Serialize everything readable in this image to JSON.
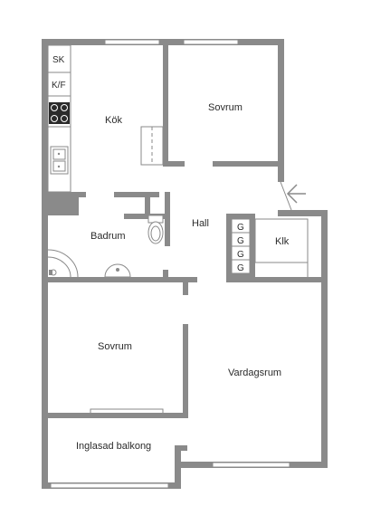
{
  "rooms": {
    "kok": "Kök",
    "sovrum_top": "Sovrum",
    "badrum": "Badrum",
    "hall": "Hall",
    "klk": "Klk",
    "sovrum_bottom": "Sovrum",
    "vardagsrum": "Vardagsrum",
    "balkong": "Inglasad balkong"
  },
  "fixtures": {
    "sk": "SK",
    "kf": "K/F",
    "g": [
      "G",
      "G",
      "G",
      "G"
    ]
  },
  "colors": {
    "wall": "#8a8a8a",
    "floor": "#ffffff",
    "text": "#2b2b2b",
    "entrance_arrow": "#8a8a8a"
  },
  "icons": {
    "entrance": "entrance-arrow-icon",
    "stove": "stove-icon",
    "sink": "kitchen-sink-icon",
    "toilet": "toilet-icon",
    "washbasin": "washbasin-icon",
    "shower": "shower-icon"
  }
}
